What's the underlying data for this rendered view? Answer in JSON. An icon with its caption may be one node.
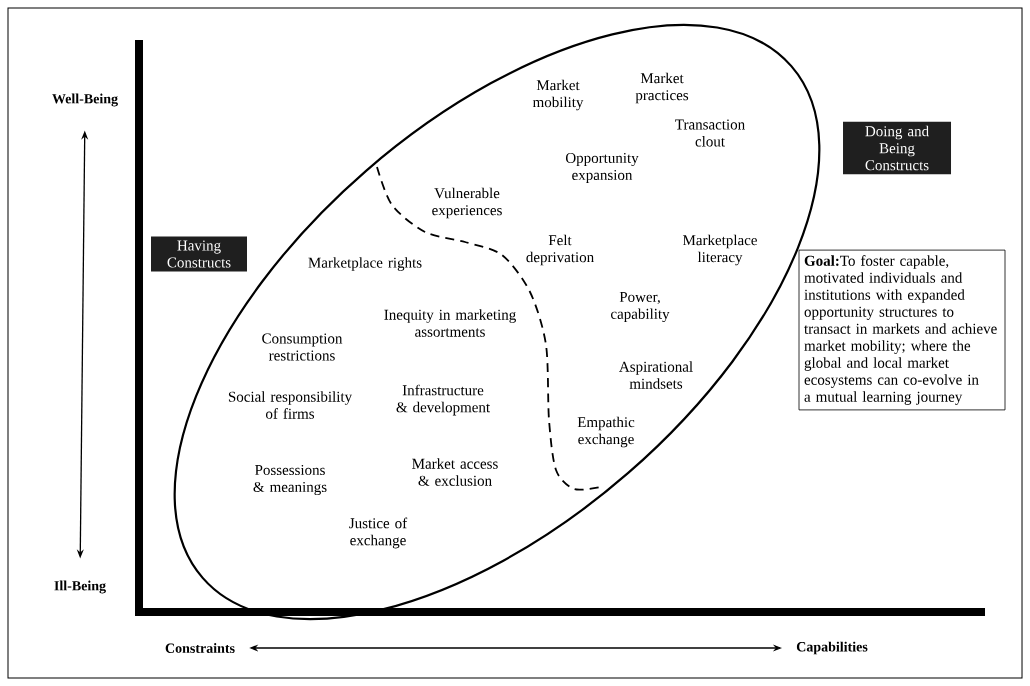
{
  "diagram": {
    "nodes": [
      {
        "text": [
          "Well-Being"
        ]
      },
      {
        "text": [
          "Ill-Being"
        ]
      },
      {
        "text": [
          "Constraints"
        ]
      },
      {
        "text": [
          "Capabilities"
        ]
      },
      {
        "text": [
          "Having Constructs"
        ]
      },
      {
        "text": [
          "Doing and Being Constructs"
        ]
      },
      {
        "text": [
          "**Goal:**To foster capable, motivated individuals and institutions with expanded opportunity structures to transact in markets and achieve market mobility; where the global and local market ecosystems can co-evolve in a mutual learning journey"
        ]
      }
    ],
    "edges": [
      {
        "from": 0,
        "to": 1,
        "arrow": "both"
      },
      {
        "from": 2,
        "to": 3,
        "arrow": "both"
      }
    ],
    "labels": [
      "Market mobility",
      "Market practices",
      "Transaction clout",
      "Opportunity expansion",
      "Vulnerable experiences",
      "Felt deprivation",
      "Marketplace literacy",
      "Marketplace rights",
      "Power, capability",
      "Inequity in marketing assortments",
      "Consumption restrictions",
      "Aspirational mindsets",
      "Social responsibility of firms",
      "Infrastructure & development",
      "Empathic exchange",
      "Possessions & meanings",
      "Market access & exclusion",
      "Justice of exchange"
    ]
  }
}
